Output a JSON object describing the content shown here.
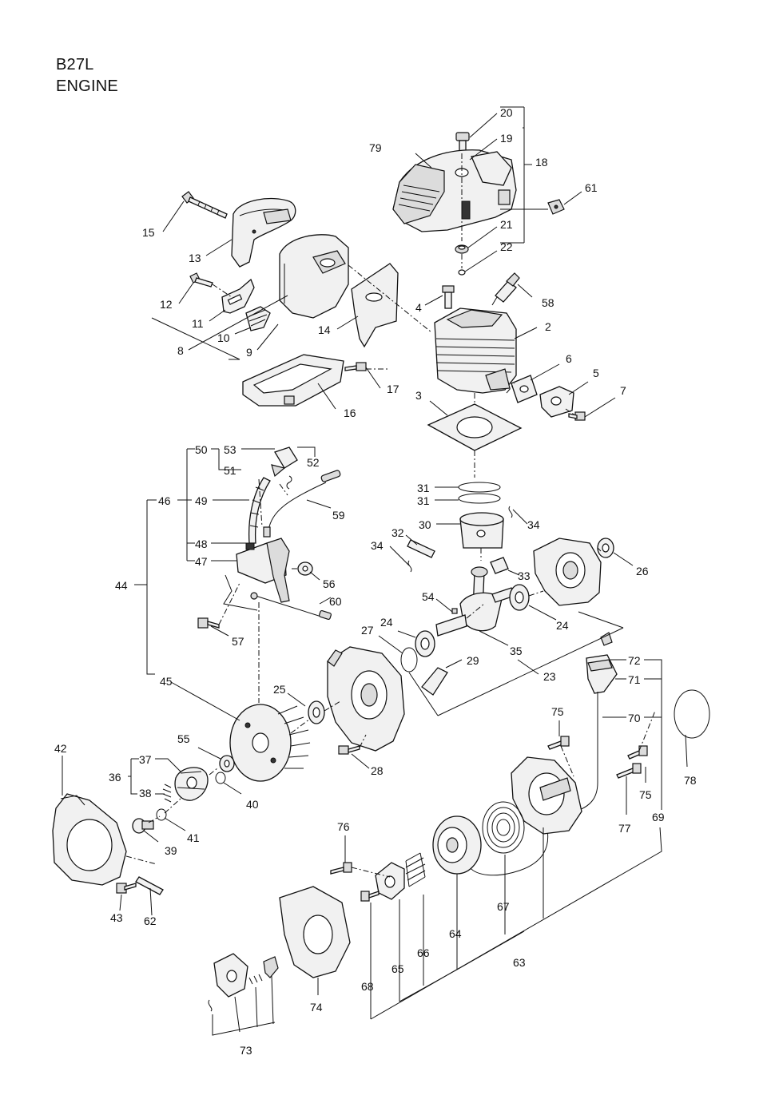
{
  "title": {
    "model": "B27L",
    "section": "ENGINE"
  },
  "labels": [
    "20",
    "19",
    "79",
    "18",
    "61",
    "15",
    "13",
    "21",
    "22",
    "12",
    "11",
    "10",
    "9",
    "8",
    "14",
    "4",
    "58",
    "2",
    "17",
    "16",
    "6",
    "5",
    "7",
    "3",
    "50",
    "53",
    "52",
    "51",
    "46",
    "49",
    "59",
    "31",
    "30",
    "34",
    "32",
    "48",
    "47",
    "44",
    "56",
    "60",
    "57",
    "26",
    "33",
    "54",
    "24",
    "27",
    "29",
    "35",
    "23",
    "45",
    "25",
    "72",
    "71",
    "70",
    "75",
    "42",
    "37",
    "36",
    "38",
    "55",
    "40",
    "41",
    "39",
    "28",
    "78",
    "69",
    "77",
    "76",
    "43",
    "62",
    "67",
    "64",
    "66",
    "65",
    "63",
    "68",
    "74",
    "73"
  ]
}
